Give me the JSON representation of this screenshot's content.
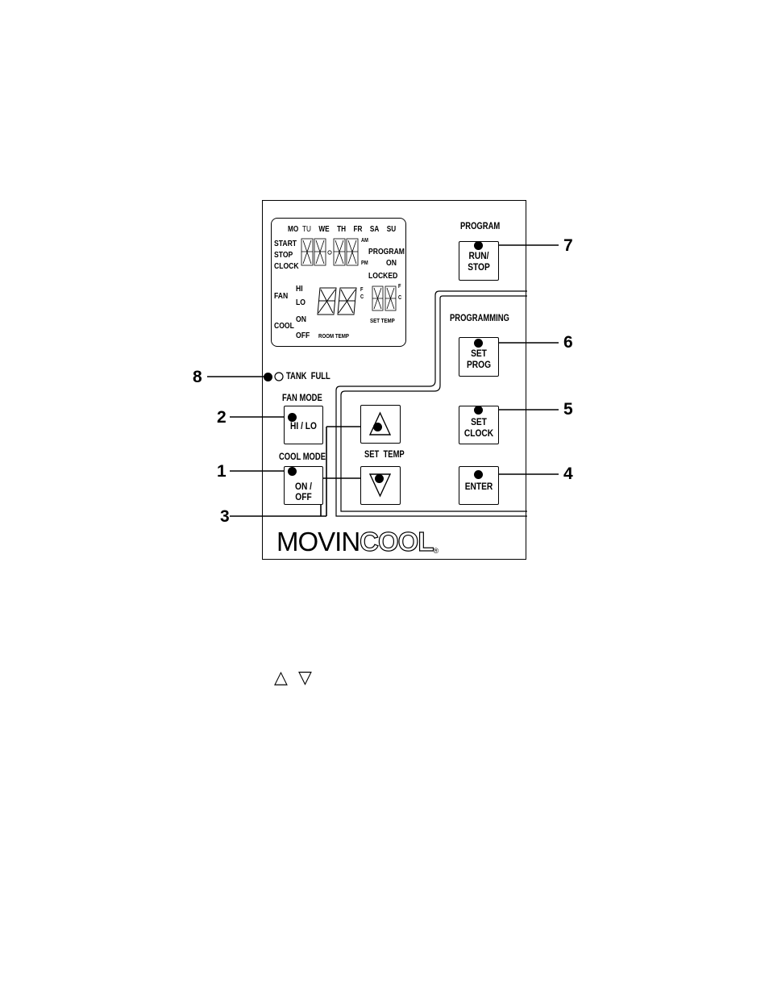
{
  "display": {
    "days": [
      "MO",
      "TU",
      "WE",
      "TH",
      "FR",
      "SA",
      "SU"
    ],
    "clock_labels": {
      "start": "START",
      "stop": "STOP",
      "clock": "CLOCK"
    },
    "am": "AM",
    "pm": "PM",
    "program": "PROGRAM",
    "on": "ON",
    "locked": "LOCKED",
    "fan": "FAN",
    "hi": "HI",
    "lo": "LO",
    "cool": "COOL",
    "cool_on": "ON",
    "cool_off": "OFF",
    "room_temp": "ROOM TEMP",
    "set_temp": "SET TEMP",
    "unit_f": "F",
    "unit_c": "C"
  },
  "indicator": {
    "label": "TANK  FULL"
  },
  "controls": {
    "fan_mode": {
      "heading": "FAN MODE",
      "button": "HI / LO"
    },
    "cool_mode": {
      "heading": "COOL MODE",
      "button": "ON / OFF"
    },
    "set_temp": {
      "heading": "SET  TEMP"
    },
    "program": {
      "heading": "PROGRAM",
      "button_line1": "RUN/",
      "button_line2": "STOP"
    },
    "programming": {
      "heading": "PROGRAMMING"
    },
    "set_prog": {
      "line1": "SET",
      "line2": "PROG"
    },
    "set_clock": {
      "line1": "SET",
      "line2": "CLOCK"
    },
    "enter": {
      "label": "ENTER"
    }
  },
  "brand": {
    "part1": "MOVIN",
    "part2": "COOL",
    "mark": "®"
  },
  "callouts": [
    "1",
    "2",
    "3",
    "4",
    "5",
    "6",
    "7",
    "8"
  ],
  "bottom_symbols": {
    "up": "△",
    "down": "▽"
  }
}
